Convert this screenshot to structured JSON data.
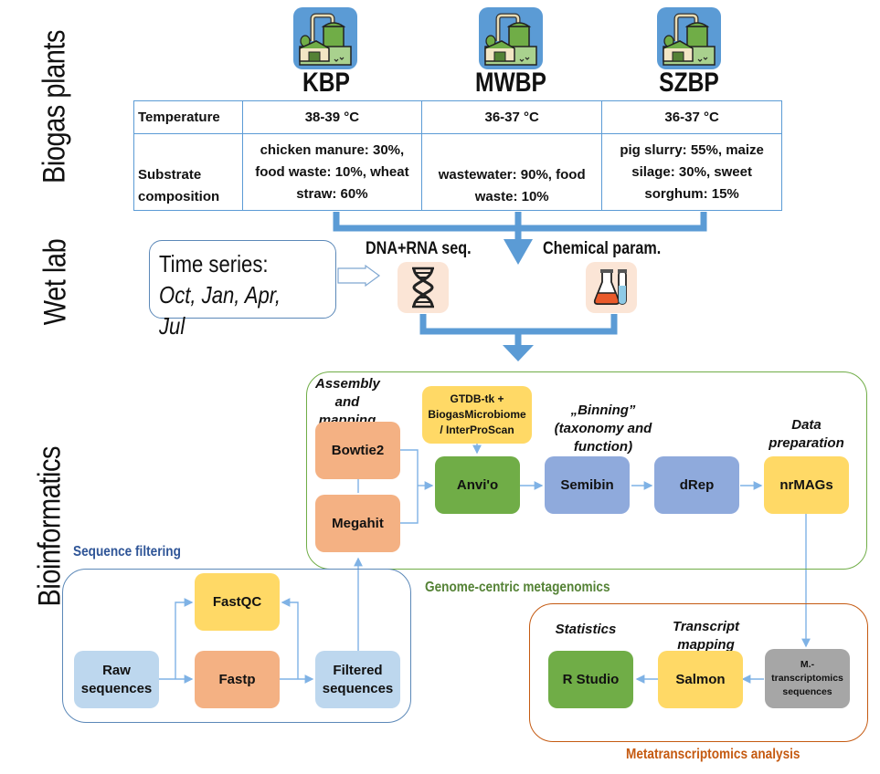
{
  "sections": {
    "biogas_plants": "Biogas plants",
    "wet_lab": "Wet lab",
    "bioinformatics": "Bioinformatics"
  },
  "plants": [
    {
      "name": "KBP",
      "icon": "biogas-plant-icon",
      "temperature": "38-39 °C",
      "substrate": "chicken manure: 30%, food waste: 10%, wheat straw: 60%"
    },
    {
      "name": "MWBP",
      "icon": "biogas-plant-icon",
      "temperature": "36-37 °C",
      "substrate": "wastewater: 90%, food waste: 10%"
    },
    {
      "name": "SZBP",
      "icon": "biogas-plant-icon",
      "temperature": "36-37 °C",
      "substrate": "pig slurry: 55%, maize silage: 30%, sweet sorghum: 15%"
    }
  ],
  "table": {
    "row_temperature": "Temperature",
    "row_substrate_line1": "Substrate",
    "row_substrate_line2": "composition"
  },
  "wet_lab": {
    "time_series_title": "Time series:",
    "time_series_months": "Oct, Jan, Apr, Jul",
    "dna_label": "DNA+RNA seq.",
    "dna_icon": "dna-icon",
    "chem_label": "Chemical param.",
    "chem_icon": "lab-flask-icon"
  },
  "sequence_filtering": {
    "title": "Sequence filtering",
    "nodes": {
      "raw": "Raw sequences",
      "fastqc": "FastQC",
      "fastp": "Fastp",
      "filtered": "Filtered sequences"
    }
  },
  "genome_centric": {
    "title": "Genome-centric metagenomics",
    "headers": {
      "assembly": "Assembly and mapping",
      "binning_line1": "„Binning”",
      "binning_line2": "(taxonomy and function)",
      "data_prep": "Data preparation"
    },
    "nodes": {
      "bowtie2": "Bowtie2",
      "megahit": "Megahit",
      "gtdb": "GTDB-tk + BiogasMicrobiome / InterProScan",
      "anvio": "Anvi'o",
      "semibin": "Semibin",
      "drep": "dRep",
      "nrmags": "nrMAGs"
    }
  },
  "metatranscriptomics": {
    "title": "Metatranscriptomics analysis",
    "headers": {
      "statistics": "Statistics",
      "transcript_mapping": "Transcript mapping"
    },
    "nodes": {
      "rstudio": "R Studio",
      "salmon": "Salmon",
      "mt_seqs": "M.-transcriptomics sequences"
    }
  },
  "colors": {
    "arrow_blue": "#5b9bd5",
    "thin_arrow": "#7fb2e5",
    "orange_node": "#f4b183",
    "yellow_node": "#ffd966",
    "green_node": "#70ad47",
    "blue_node": "#8faadc",
    "lightblue_node": "#bdd7ee",
    "gray_node": "#a6a6a6",
    "green_border": "#548235",
    "orange_border": "#c55a11",
    "navy_title": "#2f5597"
  }
}
